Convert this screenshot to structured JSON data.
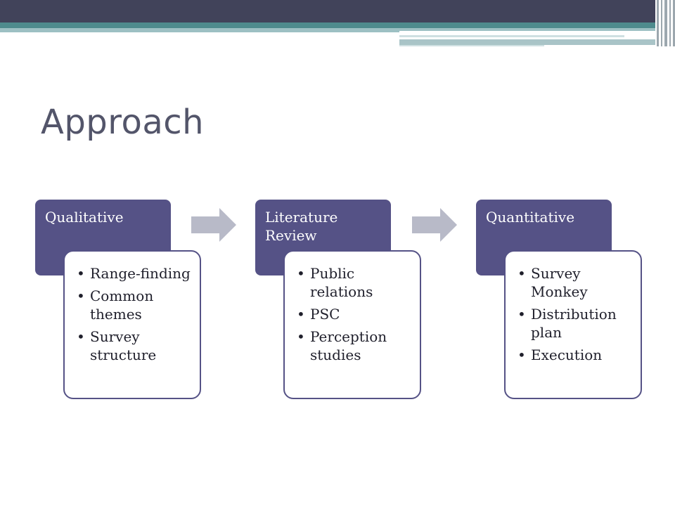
{
  "slide": {
    "title": "Approach"
  },
  "flow": [
    {
      "header": "Qualitative",
      "items": [
        "Range-finding",
        "Common themes",
        "Survey structure"
      ]
    },
    {
      "header": "Literature Review",
      "items": [
        "Public relations",
        "PSC",
        "Perception studies"
      ]
    },
    {
      "header": "Quantitative",
      "items": [
        "Survey Monkey",
        "Distribution plan",
        "Execution"
      ]
    }
  ],
  "colors": {
    "header_fill": "#555286",
    "arrow_fill": "#b8bac8",
    "title_text": "#53556a"
  },
  "icons": {
    "arrow": "right-arrow-icon",
    "bullet": "bullet-icon"
  }
}
